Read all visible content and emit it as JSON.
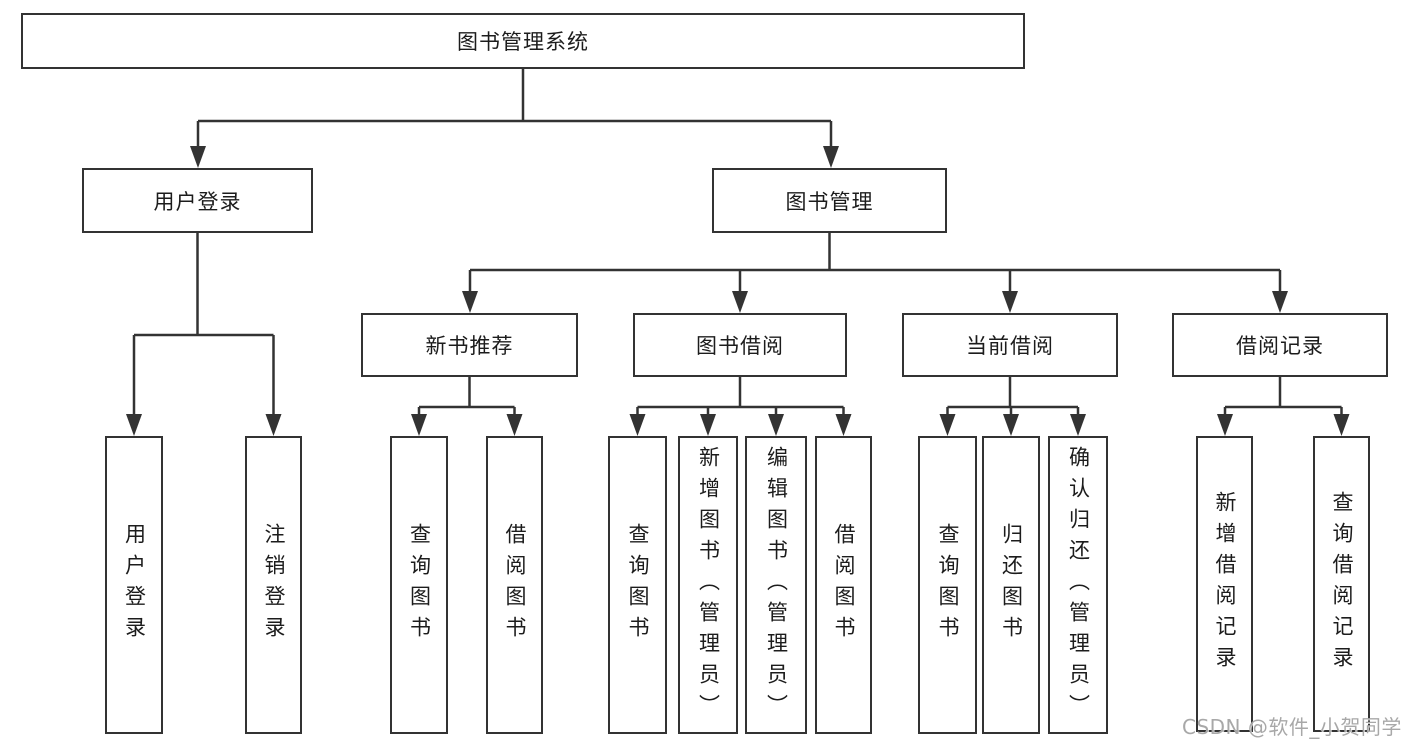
{
  "diagram": {
    "type": "hierarchy",
    "root": "图书管理系统",
    "level2": [
      "用户登录",
      "图书管理"
    ],
    "level3": [
      "新书推荐",
      "图书借阅",
      "当前借阅",
      "借阅记录"
    ],
    "leaves_login": [
      "用户登录",
      "注销登录"
    ],
    "leaves_newbooks": [
      "查询图书",
      "借阅图书"
    ],
    "leaves_borrow": [
      "查询图书",
      "新增图书（管理员）",
      "编辑图书（管理员）",
      "借阅图书"
    ],
    "leaves_current": [
      "查询图书",
      "归还图书",
      "确认归还（管理员）"
    ],
    "leaves_records": [
      "新增借阅记录",
      "查询借阅记录"
    ]
  },
  "watermark": "CSDN @软件_小贺同学",
  "colors": {
    "line": "#333333",
    "box_border": "#333333",
    "text": "#1c1c1c",
    "background": "#ffffff",
    "watermark": "#a8a8a8"
  }
}
